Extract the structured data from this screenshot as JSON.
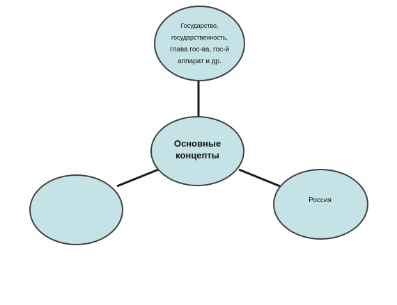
{
  "diagram": {
    "nodes": {
      "top": {
        "lines": [
          "Государство,",
          "государственность,",
          "глава гос-ва, гос-й",
          "аппарат и др."
        ]
      },
      "center": {
        "lines": [
          "Основные",
          "концепты"
        ]
      },
      "left": {
        "lines": []
      },
      "right": {
        "lines": [
          "Россия"
        ]
      }
    },
    "edges": [
      {
        "from": "center",
        "to": "top"
      },
      {
        "from": "center",
        "to": "left"
      },
      {
        "from": "center",
        "to": "right"
      }
    ],
    "colors": {
      "node_fill": "#c5e3e6",
      "node_stroke": "#3f3f3f",
      "edge": "#1a1a1a",
      "background": "#ffffff"
    }
  }
}
